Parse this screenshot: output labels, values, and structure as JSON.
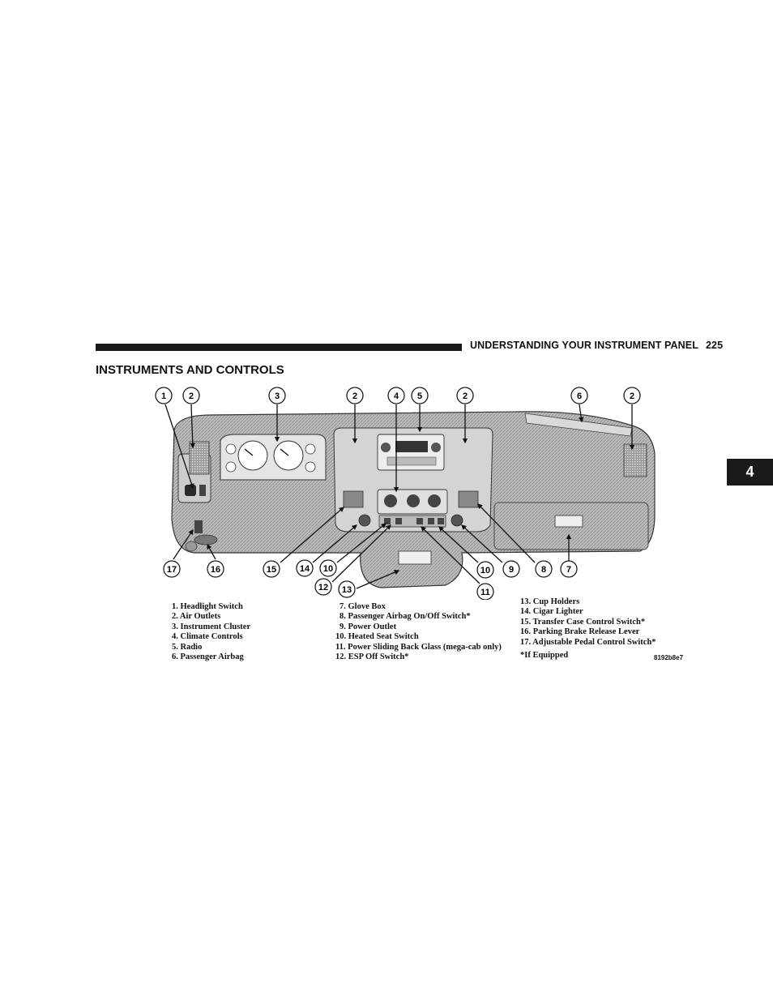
{
  "header": {
    "running_title": "UNDERSTANDING YOUR INSTRUMENT PANEL",
    "page_number": "225"
  },
  "section_title": "INSTRUMENTS AND CONTROLS",
  "chapter_tab": "4",
  "callouts_top": [
    "1",
    "2",
    "3",
    "2",
    "4",
    "5",
    "2",
    "6",
    "2"
  ],
  "callouts_bottom": [
    "17",
    "16",
    "15",
    "14",
    "10",
    "12",
    "13",
    "10",
    "11",
    "9",
    "8",
    "7"
  ],
  "legend": {
    "col1": [
      "1. Headlight Switch",
      "2. Air Outlets",
      "3. Instrument Cluster",
      "4. Climate Controls",
      "5. Radio",
      "6. Passenger Airbag"
    ],
    "col2": [
      "7. Glove Box",
      "8. Passenger Airbag On/Off Switch*",
      "9. Power Outlet",
      "10. Heated Seat Switch",
      "11. Power Sliding Back Glass (mega-cab only)",
      "12. ESP Off Switch*"
    ],
    "col3": [
      "13. Cup Holders",
      "14. Cigar Lighter",
      "15. Transfer Case Control Switch*",
      "16. Parking Brake Release Lever",
      "17. Adjustable Pedal Control Switch*"
    ]
  },
  "footnote": "*If Equipped",
  "figure_code": "8192b8e7"
}
